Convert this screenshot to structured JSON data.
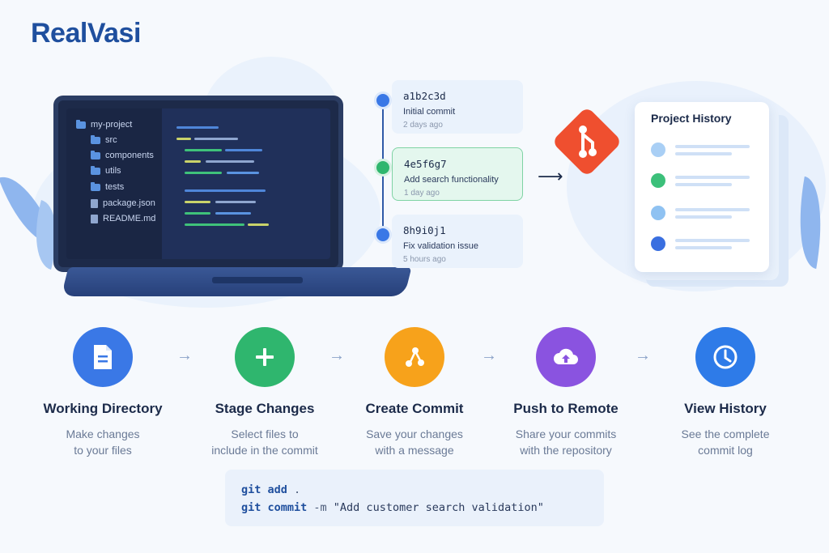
{
  "brand": {
    "logo": "RealVasi"
  },
  "file_tree": [
    {
      "type": "folder",
      "name": "my-project",
      "depth": 0
    },
    {
      "type": "folder",
      "name": "src",
      "depth": 1
    },
    {
      "type": "folder",
      "name": "components",
      "depth": 1
    },
    {
      "type": "folder",
      "name": "utils",
      "depth": 1
    },
    {
      "type": "folder",
      "name": "tests",
      "depth": 1
    },
    {
      "type": "file",
      "name": "package.json",
      "depth": 1
    },
    {
      "type": "file",
      "name": "README.md",
      "depth": 1
    }
  ],
  "commits": [
    {
      "hash": "a1b2c3d",
      "message": "Initial commit",
      "time": "2 days ago",
      "active": false
    },
    {
      "hash": "4e5f6g7",
      "message": "Add search functionality",
      "time": "1 day ago",
      "active": true
    },
    {
      "hash": "8h9i0j1",
      "message": "Fix validation issue",
      "time": "5 hours ago",
      "active": false
    }
  ],
  "history_panel": {
    "title": "Project History"
  },
  "steps": [
    {
      "title": "Working Directory",
      "desc1": "Make changes",
      "desc2": "to your files",
      "color": "#3a78e6",
      "icon": "document-icon"
    },
    {
      "title": "Stage Changes",
      "desc1": "Select files to",
      "desc2": "include in the commit",
      "color": "#2fb66e",
      "icon": "plus-icon"
    },
    {
      "title": "Create Commit",
      "desc1": "Save your changes",
      "desc2": "with a message",
      "color": "#f7a21b",
      "icon": "commit-icon"
    },
    {
      "title": "Push to Remote",
      "desc1": "Share your commits",
      "desc2": "with the repository",
      "color": "#8a53e0",
      "icon": "cloud-upload-icon"
    },
    {
      "title": "View History",
      "desc1": "See the complete",
      "desc2": "commit log",
      "color": "#2e7be8",
      "icon": "clock-icon"
    }
  ],
  "commands": {
    "line1_cmd": "git add",
    "line1_arg": " .",
    "line2_cmd": "git commit",
    "line2_arg": " -m ",
    "line2_str": "\"Add customer search validation\""
  },
  "colors": {
    "brand": "#1f4f9e",
    "git_logo": "#ef4f2f",
    "code_bg": "#1d2a49"
  }
}
